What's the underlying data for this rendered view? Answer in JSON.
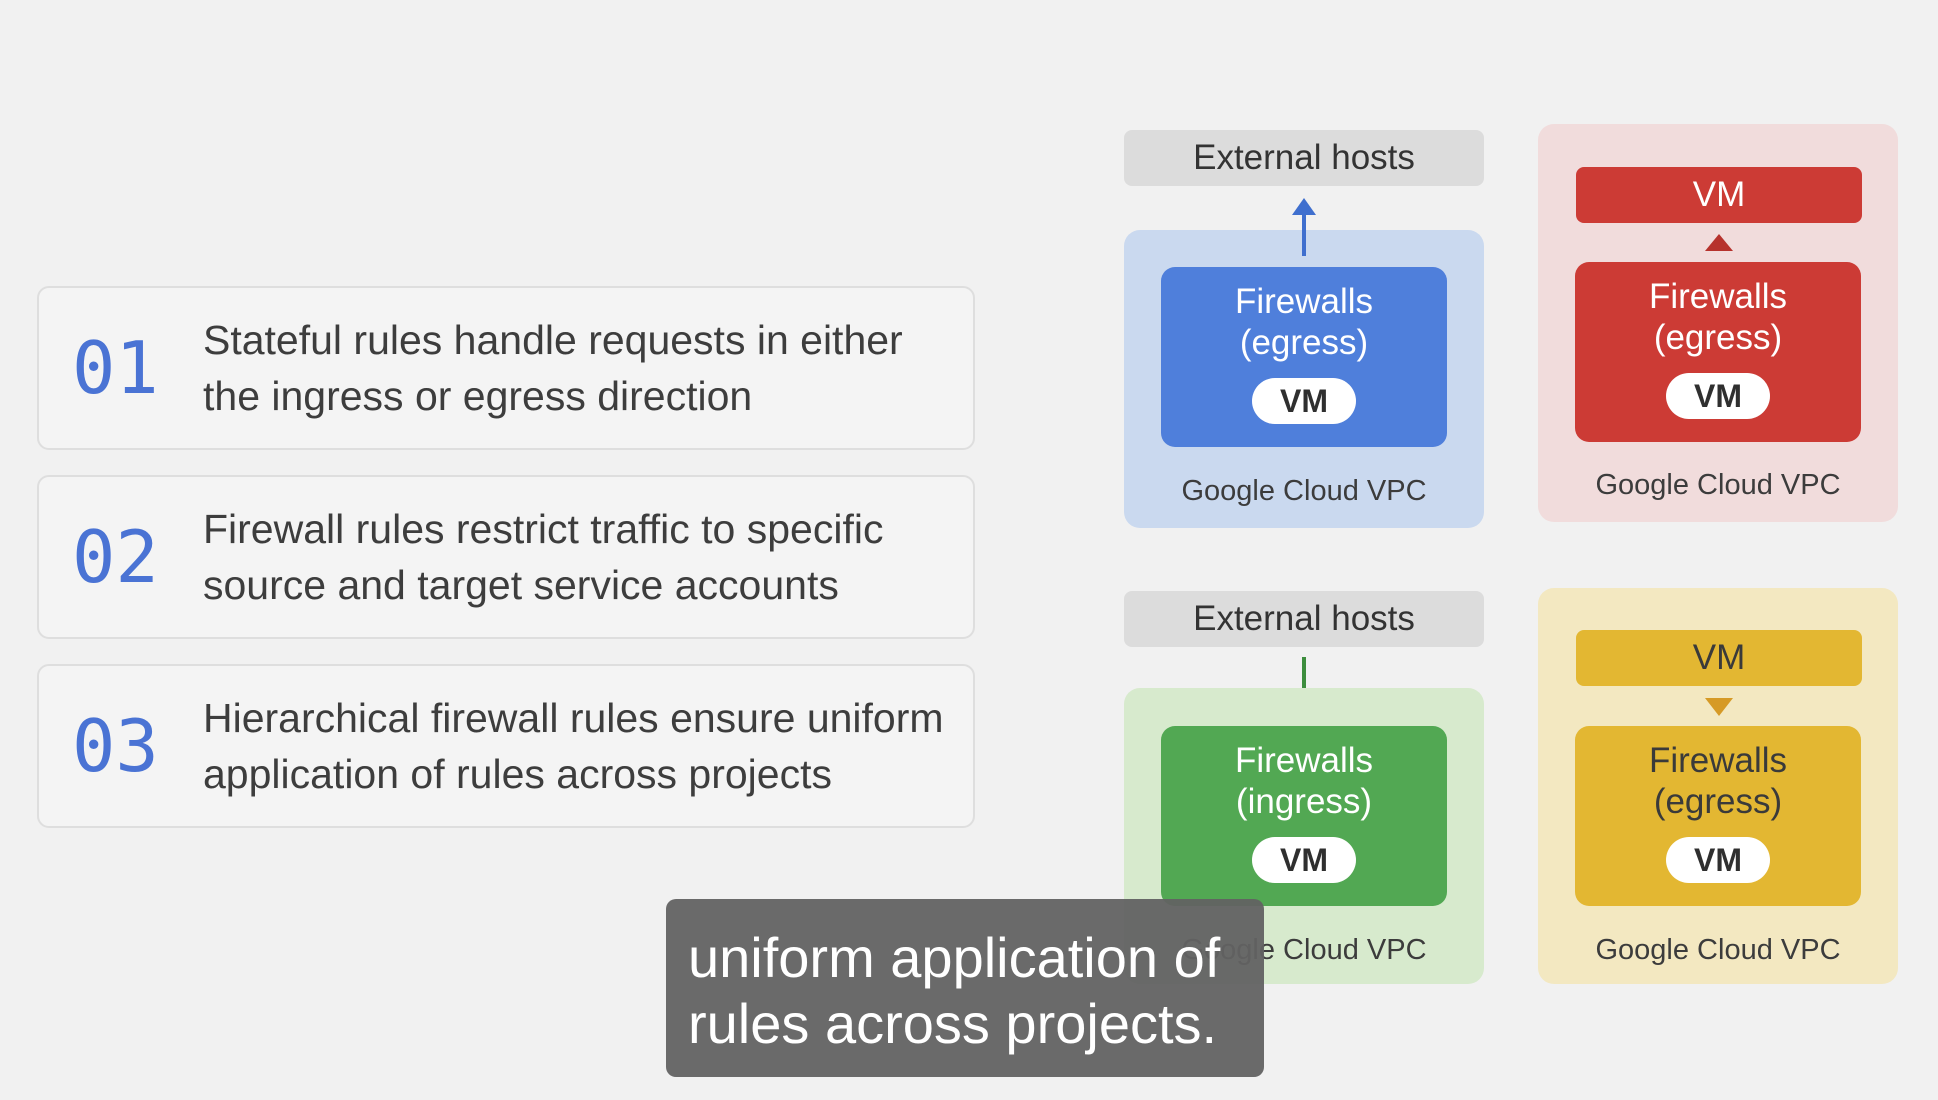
{
  "items": [
    {
      "num": "01",
      "line1": "Stateful rules handle requests in either",
      "line2": "the ingress or egress direction"
    },
    {
      "num": "02",
      "line1": "Firewall rules restrict traffic to specific",
      "line2": "source and target service accounts"
    },
    {
      "num": "03",
      "line1": "Hierarchical firewall rules ensure uniform",
      "line2": "application of rules across projects"
    }
  ],
  "diagram": {
    "blue": {
      "top_label": "External hosts",
      "firewall_line1": "Firewalls",
      "firewall_line2": "(egress)",
      "vm": "VM",
      "vpc": "Google Cloud VPC"
    },
    "red": {
      "top_label": "VM",
      "firewall_line1": "Firewalls",
      "firewall_line2": "(egress)",
      "vm": "VM",
      "vpc": "Google Cloud VPC"
    },
    "green": {
      "top_label": "External hosts",
      "firewall_line1": "Firewalls",
      "firewall_line2": "(ingress)",
      "vm": "VM",
      "vpc": "Google Cloud VPC"
    },
    "yellow": {
      "top_label": "VM",
      "firewall_line1": "Firewalls",
      "firewall_line2": "(egress)",
      "vm": "VM",
      "vpc": "Google Cloud VPC"
    }
  },
  "colors": {
    "number": "#4a73d4",
    "blue_fill": "#4f7fdb",
    "blue_region": "#cad9ef",
    "red_fill": "#cc3b35",
    "red_region": "#f1dcdc",
    "green_fill": "#52a853",
    "green_region": "#d7eacd",
    "yellow_fill": "#e3b732",
    "yellow_region": "#f3e8c1"
  },
  "caption": {
    "line1": "uniform application of",
    "line2": "rules across projects."
  }
}
